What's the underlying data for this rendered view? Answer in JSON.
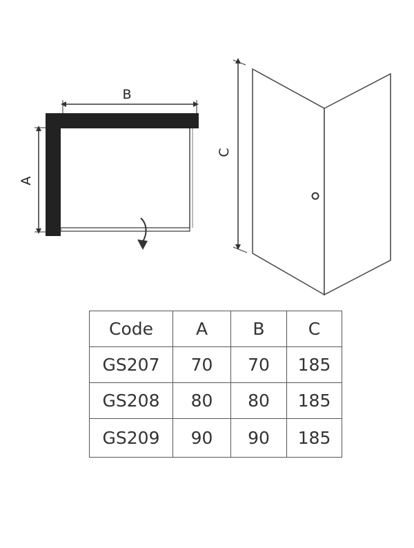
{
  "diagram": {
    "plan_view": {
      "dimension_a_label": "A",
      "dimension_b_label": "B"
    },
    "elevation_view": {
      "dimension_c_label": "C"
    }
  },
  "table": {
    "headers": [
      "Code",
      "A",
      "B",
      "C"
    ],
    "rows": [
      [
        "GS207",
        "70",
        "70",
        "185"
      ],
      [
        "GS208",
        "80",
        "80",
        "185"
      ],
      [
        "GS209",
        "90",
        "90",
        "185"
      ]
    ]
  },
  "colors": {
    "wall": "#222222",
    "line": "#555555",
    "text": "#333333"
  }
}
